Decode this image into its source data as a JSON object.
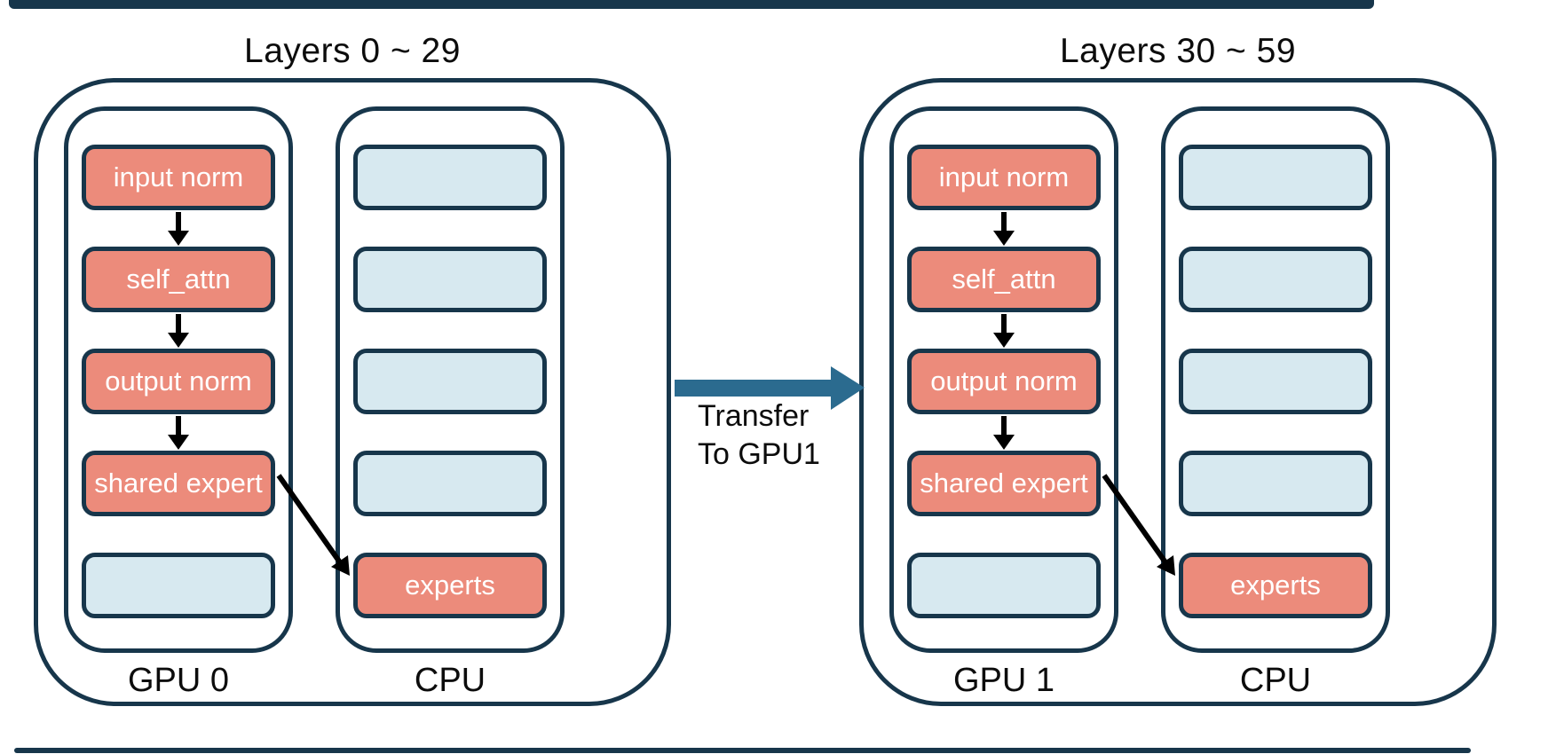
{
  "colors": {
    "bg": "#ffffff",
    "navy": "#17364b",
    "salmon": "#ec8b7b",
    "lightblue": "#d7e9f0",
    "arrowblue": "#2b6b8f",
    "arrowblack": "#000000",
    "ink": "#0c0c0c"
  },
  "left": {
    "title": "Layers 0 ~ 29",
    "gpu": {
      "label": "GPU 0",
      "boxes": [
        {
          "label": "input norm",
          "type": "active"
        },
        {
          "label": "self_attn",
          "type": "active"
        },
        {
          "label": "output norm",
          "type": "active"
        },
        {
          "label": "shared expert",
          "type": "active"
        },
        {
          "label": "",
          "type": "empty"
        }
      ]
    },
    "cpu": {
      "label": "CPU",
      "boxes": [
        {
          "label": "",
          "type": "empty"
        },
        {
          "label": "",
          "type": "empty"
        },
        {
          "label": "",
          "type": "empty"
        },
        {
          "label": "",
          "type": "empty"
        },
        {
          "label": "experts",
          "type": "active"
        }
      ]
    }
  },
  "right": {
    "title": "Layers 30 ~ 59",
    "gpu": {
      "label": "GPU 1",
      "boxes": [
        {
          "label": "input norm",
          "type": "active"
        },
        {
          "label": "self_attn",
          "type": "active"
        },
        {
          "label": "output norm",
          "type": "active"
        },
        {
          "label": "shared expert",
          "type": "active"
        },
        {
          "label": "",
          "type": "empty"
        }
      ]
    },
    "cpu": {
      "label": "CPU",
      "boxes": [
        {
          "label": "",
          "type": "empty"
        },
        {
          "label": "",
          "type": "empty"
        },
        {
          "label": "",
          "type": "empty"
        },
        {
          "label": "",
          "type": "empty"
        },
        {
          "label": "experts",
          "type": "active"
        }
      ]
    }
  },
  "transfer": {
    "line1": "Transfer",
    "line2": "To GPU1"
  }
}
